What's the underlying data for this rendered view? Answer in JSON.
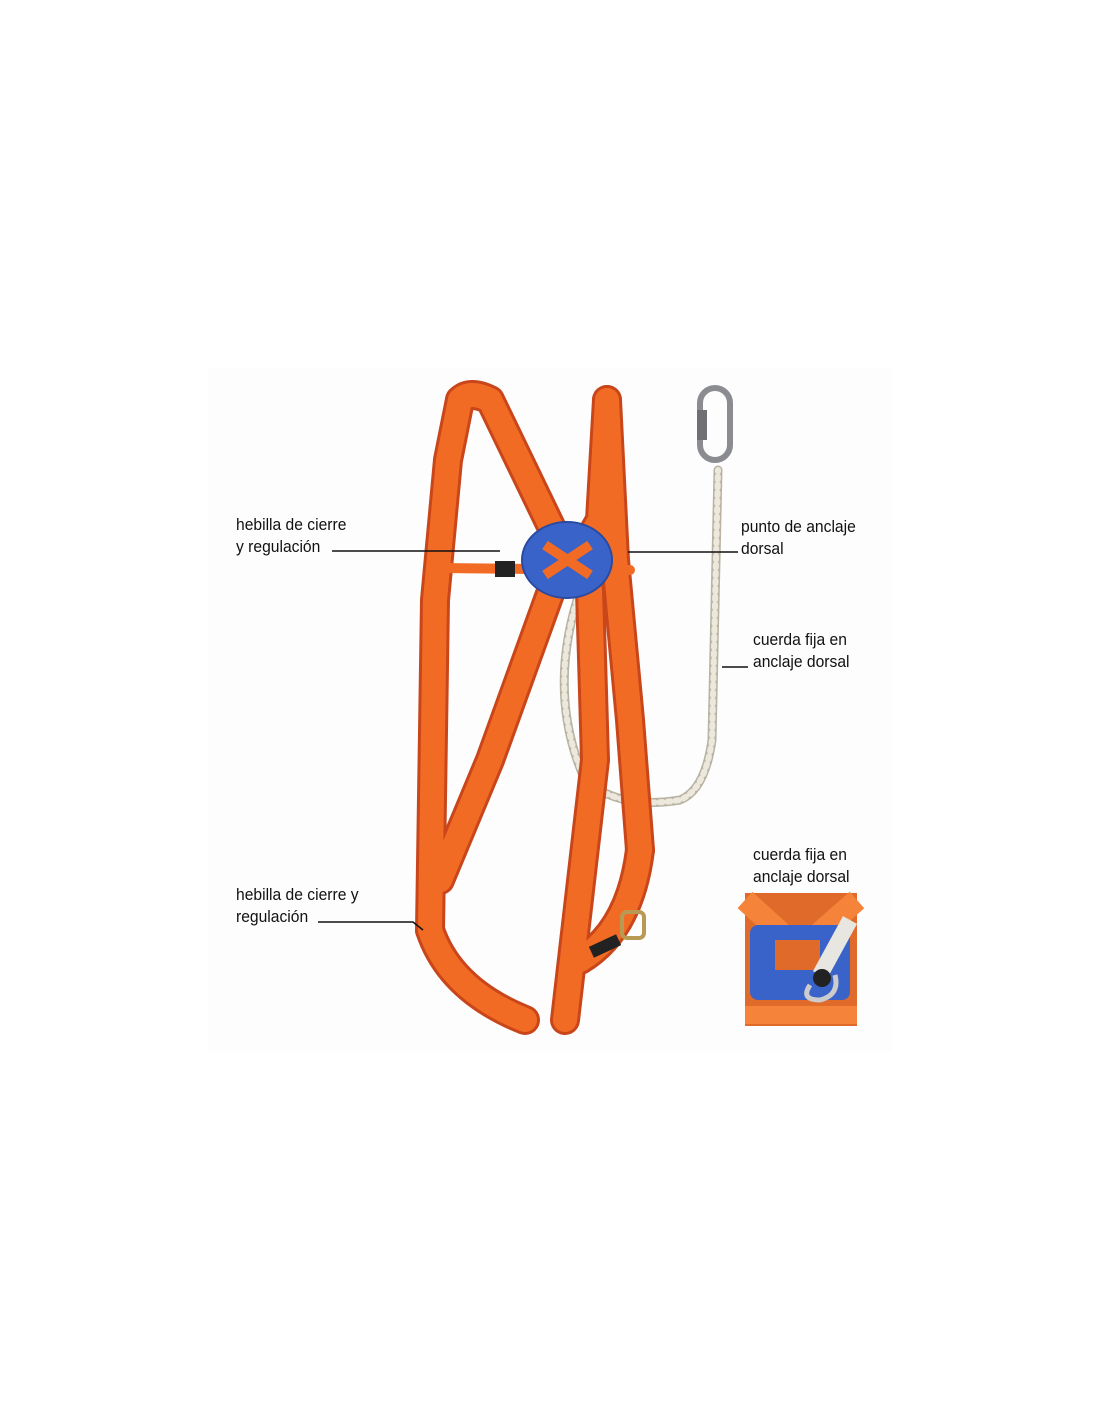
{
  "labels": {
    "chest_buckle": {
      "line1": "hebilla de cierre",
      "line2": "y regulación"
    },
    "dorsal_point": {
      "line1": "punto de anclaje",
      "line2": "dorsal"
    },
    "rope": {
      "line1": "cuerda fija en",
      "line2": "anclaje dorsal"
    },
    "leg_buckle": {
      "line1": "hebilla de cierre y",
      "line2": "regulación"
    },
    "inset": {
      "line1": "cuerda fija en",
      "line2": "anclaje dorsal"
    }
  },
  "colors": {
    "strap": "#f26b24",
    "strap_dark": "#c8461a",
    "plate": "#3a63c9",
    "rope": "#ece8dc"
  }
}
